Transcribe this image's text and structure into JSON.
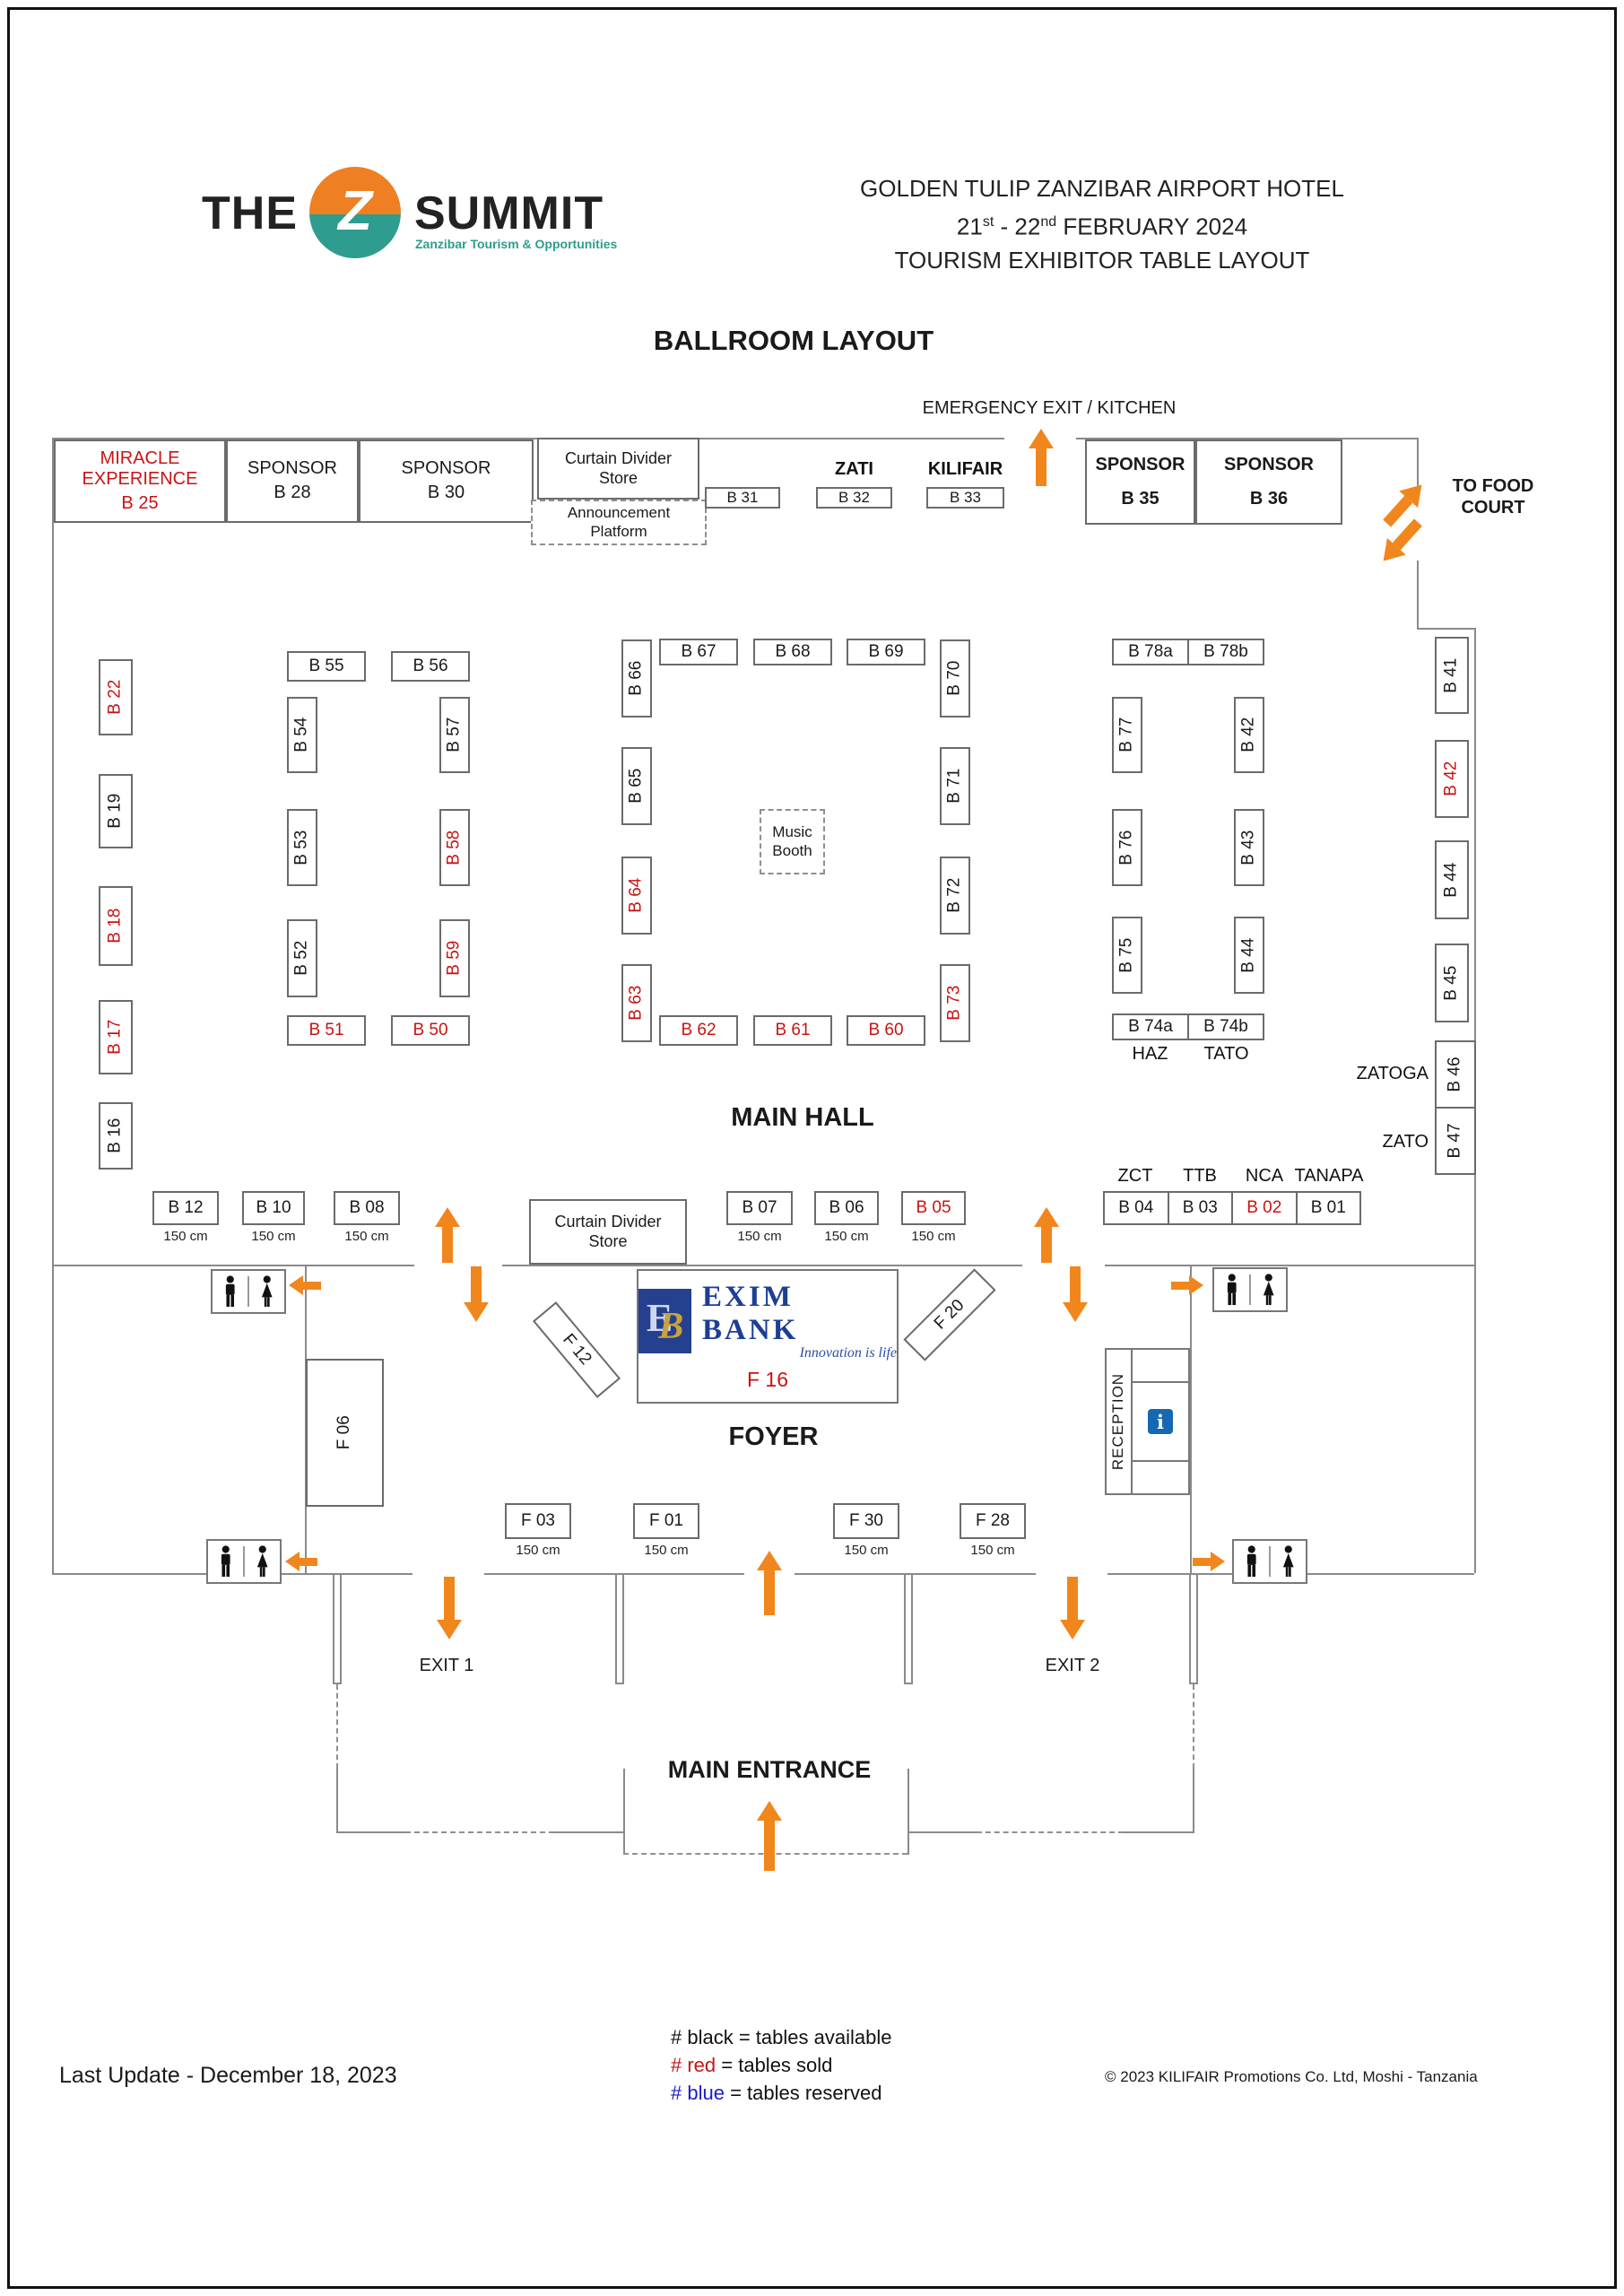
{
  "header": {
    "logo": {
      "word1": "THE",
      "z": "Z",
      "word2": "SUMMIT",
      "tagline": "Zanzibar Tourism & Opportunities",
      "orange": "#EE8023",
      "teal": "#2E9C8E"
    },
    "title_line1": "GOLDEN TULIP ZANZIBAR AIRPORT HOTEL",
    "date": {
      "p1": "21",
      "s1": "st",
      "p2": " - 22",
      "s2": "nd",
      "p3": " FEBRUARY 2024"
    },
    "title_line3": "TOURISM EXHIBITOR TABLE LAYOUT"
  },
  "layout_title": "BALLROOM LAYOUT",
  "labels": {
    "emergency": "EMERGENCY EXIT / KITCHEN",
    "food_court_1": "TO FOOD",
    "food_court_2": "COURT",
    "main_hall": "MAIN HALL",
    "foyer": "FOYER",
    "reception": "RECEPTION",
    "exit1": "EXIT 1",
    "exit2": "EXIT 2",
    "main_entrance": "MAIN ENTRANCE",
    "curtain_store": "Curtain Divider Store",
    "announcement": "Announcement Platform",
    "music_booth": "Music Booth",
    "size": "150 cm",
    "info_i": "i"
  },
  "exim": {
    "e": "E",
    "b": "B",
    "name": "EXIM BANK",
    "tagline": "Innovation is life",
    "label": "F 16",
    "status": "sold"
  },
  "booths": {
    "b25": {
      "title": "MIRACLE EXPERIENCE",
      "label": "B 25",
      "status": "sold"
    },
    "b28": {
      "title": "SPONSOR",
      "label": "B 28",
      "status": "available"
    },
    "b30": {
      "title": "SPONSOR",
      "label": "B 30",
      "status": "available"
    },
    "b31": {
      "label": "B 31",
      "status": "available"
    },
    "b32": {
      "label": "B 32",
      "status": "available",
      "tag": "ZATI"
    },
    "b33": {
      "label": "B 33",
      "status": "available",
      "tag": "KILIFAIR"
    },
    "b35": {
      "title": "SPONSOR",
      "label": "B 35",
      "status": "available"
    },
    "b36": {
      "title": "SPONSOR",
      "label": "B 36",
      "status": "available"
    },
    "b22": {
      "label": "B 22",
      "status": "sold"
    },
    "b19": {
      "label": "B 19",
      "status": "available"
    },
    "b18": {
      "label": "B 18",
      "status": "sold"
    },
    "b17": {
      "label": "B 17",
      "status": "sold"
    },
    "b16": {
      "label": "B 16",
      "status": "available"
    },
    "b55": {
      "label": "B 55",
      "status": "available"
    },
    "b56": {
      "label": "B 56",
      "status": "available"
    },
    "b54": {
      "label": "B 54",
      "status": "available"
    },
    "b57": {
      "label": "B 57",
      "status": "available"
    },
    "b53": {
      "label": "B 53",
      "status": "available"
    },
    "b58": {
      "label": "B 58",
      "status": "sold"
    },
    "b52": {
      "label": "B 52",
      "status": "available"
    },
    "b59": {
      "label": "B 59",
      "status": "sold"
    },
    "b51": {
      "label": "B 51",
      "status": "sold"
    },
    "b50": {
      "label": "B 50",
      "status": "sold"
    },
    "b66": {
      "label": "B 66",
      "status": "available"
    },
    "b67": {
      "label": "B 67",
      "status": "available"
    },
    "b68": {
      "label": "B 68",
      "status": "available"
    },
    "b69": {
      "label": "B 69",
      "status": "available"
    },
    "b70": {
      "label": "B 70",
      "status": "available"
    },
    "b65": {
      "label": "B 65",
      "status": "available"
    },
    "b71": {
      "label": "B 71",
      "status": "available"
    },
    "b64": {
      "label": "B 64",
      "status": "sold"
    },
    "b72": {
      "label": "B 72",
      "status": "available"
    },
    "b63": {
      "label": "B 63",
      "status": "sold"
    },
    "b73": {
      "label": "B 73",
      "status": "sold"
    },
    "b62": {
      "label": "B 62",
      "status": "sold"
    },
    "b61": {
      "label": "B 61",
      "status": "sold"
    },
    "b60": {
      "label": "B 60",
      "status": "sold"
    },
    "b78a": {
      "label": "B 78a",
      "status": "available"
    },
    "b78b": {
      "label": "B 78b",
      "status": "available"
    },
    "b77": {
      "label": "B 77",
      "status": "available"
    },
    "b42m": {
      "label": "B 42",
      "status": "available"
    },
    "b76": {
      "label": "B 76",
      "status": "available"
    },
    "b43": {
      "label": "B 43",
      "status": "available"
    },
    "b75": {
      "label": "B 75",
      "status": "available"
    },
    "b44m": {
      "label": "B 44",
      "status": "available"
    },
    "b74a": {
      "label": "B 74a",
      "status": "available",
      "tag": "HAZ"
    },
    "b74b": {
      "label": "B 74b",
      "status": "available",
      "tag": "TATO"
    },
    "b41": {
      "label": "B 41",
      "status": "available"
    },
    "b42r": {
      "label": "B 42",
      "status": "sold"
    },
    "b44r": {
      "label": "B 44",
      "status": "available"
    },
    "b45": {
      "label": "B 45",
      "status": "available"
    },
    "b46": {
      "label": "B 46",
      "status": "available",
      "tag": "ZATOGA"
    },
    "b47": {
      "label": "B 47",
      "status": "available",
      "tag": "ZATO"
    },
    "b12": {
      "label": "B 12",
      "status": "available"
    },
    "b10": {
      "label": "B 10",
      "status": "available"
    },
    "b08": {
      "label": "B 08",
      "status": "available"
    },
    "b07": {
      "label": "B 07",
      "status": "available"
    },
    "b06": {
      "label": "B 06",
      "status": "available"
    },
    "b05": {
      "label": "B 05",
      "status": "sold"
    },
    "b04": {
      "label": "B 04",
      "status": "available",
      "tag": "ZCT"
    },
    "b03": {
      "label": "B 03",
      "status": "available",
      "tag": "TTB"
    },
    "b02": {
      "label": "B 02",
      "status": "sold",
      "tag": "NCA"
    },
    "b01": {
      "label": "B 01",
      "status": "available",
      "tag": "TANAPA"
    },
    "f06": {
      "label": "F 06",
      "status": "available"
    },
    "f12": {
      "label": "F 12",
      "status": "available"
    },
    "f20": {
      "label": "F 20",
      "status": "available"
    },
    "f03": {
      "label": "F 03",
      "status": "available"
    },
    "f01": {
      "label": "F 01",
      "status": "available"
    },
    "f30": {
      "label": "F 30",
      "status": "available"
    },
    "f28": {
      "label": "F 28",
      "status": "available"
    }
  },
  "legend": {
    "available": {
      "key": "# black",
      "rest": " = tables available",
      "color": "#111111"
    },
    "sold": {
      "key": "# red",
      "rest": " = tables sold",
      "color": "#C81414"
    },
    "reserved": {
      "key": "# blue",
      "rest": " = tables reserved",
      "color": "#1A1ACC"
    }
  },
  "footer": {
    "last_update": "Last Update -  December 18, 2023",
    "copyright": "© 2023 KILIFAIR Promotions Co. Ltd, Moshi - Tanzania"
  }
}
